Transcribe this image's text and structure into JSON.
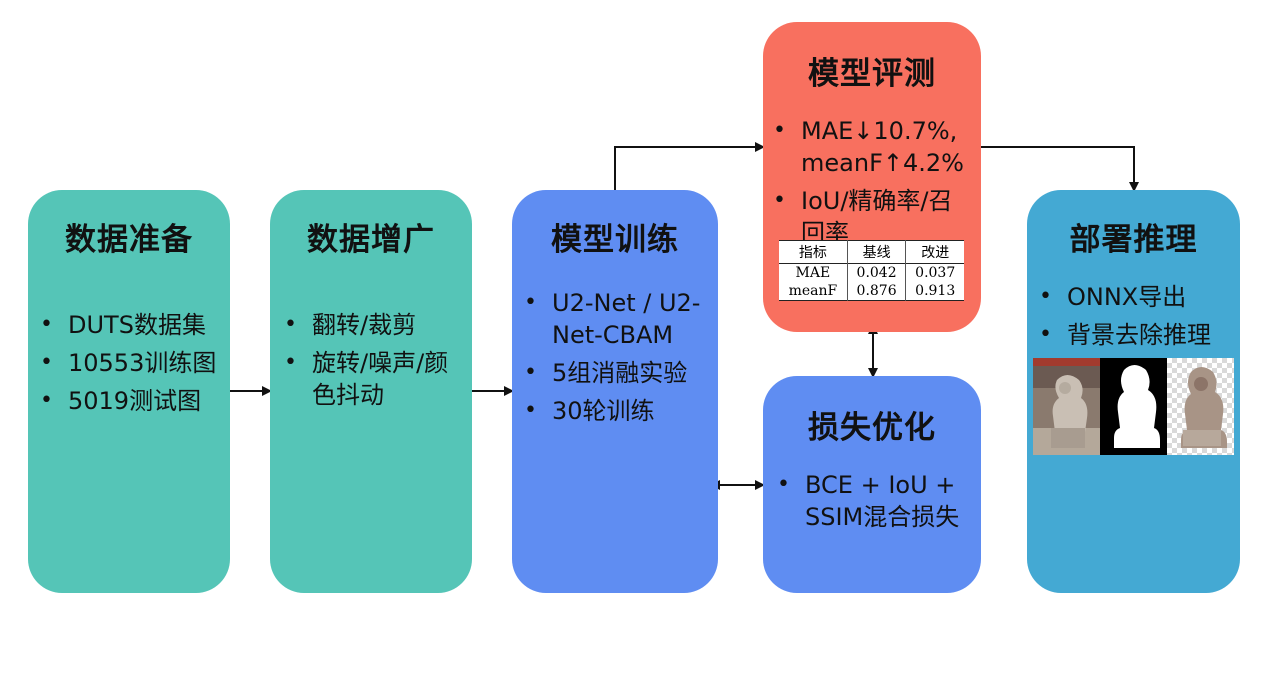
{
  "stages": {
    "prep": {
      "title": "数据准备",
      "items": [
        "DUTS数据集",
        "10553训练图",
        "5019测试图"
      ],
      "color": "#55c5b7"
    },
    "aug": {
      "title": "数据增广",
      "items": [
        "翻转/裁剪",
        "旋转/噪声/颜色抖动"
      ],
      "color": "#55c5b7"
    },
    "train": {
      "title": "模型训练",
      "items": [
        "U2-Net / U2-Net-CBAM",
        "5组消融实验",
        "30轮训练"
      ],
      "color": "#5f8df2"
    },
    "eval": {
      "title": "模型评测",
      "items": [
        "MAE↓10.7%, meanF↑4.2%",
        "IoU/精确率/召回率"
      ],
      "color": "#f8705f"
    },
    "loss": {
      "title": "损失优化",
      "items": [
        "BCE + IoU + SSIM混合损失"
      ],
      "color": "#5f8df2"
    },
    "deploy": {
      "title": "部署推理",
      "items": [
        "ONNX导出",
        "背景去除推理"
      ],
      "color": "#44a9d3"
    }
  },
  "metrics_table": {
    "headers": [
      "指标",
      "基线",
      "改进"
    ],
    "rows": [
      [
        "MAE",
        "0.042",
        "0.037"
      ],
      [
        "meanF",
        "0.876",
        "0.913"
      ]
    ]
  }
}
